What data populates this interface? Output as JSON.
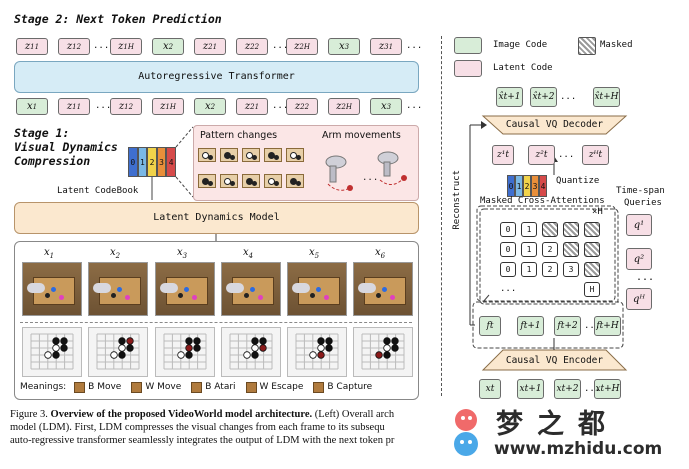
{
  "stage2_title": "Stage 2: Next Token Prediction",
  "stage1_title_l1": "Stage 1:",
  "stage1_title_l2": "Visual Dynamics",
  "stage1_title_l3": "Compression",
  "top_tokens": [
    {
      "t": "lat",
      "b": "z",
      "sub": "1",
      "sup": "1"
    },
    {
      "t": "lat",
      "b": "z",
      "sub": "1",
      "sup": "2"
    },
    {
      "t": "lat",
      "b": "z",
      "sub": "1",
      "sup": "H"
    },
    {
      "t": "img",
      "b": "x",
      "sub": "2",
      "sup": ""
    },
    {
      "t": "lat",
      "b": "z",
      "sub": "2",
      "sup": "1"
    },
    {
      "t": "lat",
      "b": "z",
      "sub": "2",
      "sup": "2"
    },
    {
      "t": "lat",
      "b": "z",
      "sub": "2",
      "sup": "H"
    },
    {
      "t": "img",
      "b": "x",
      "sub": "3",
      "sup": ""
    },
    {
      "t": "lat",
      "b": "z",
      "sub": "3",
      "sup": "1"
    }
  ],
  "bottom_tokens": [
    {
      "t": "img",
      "b": "x",
      "sub": "1",
      "sup": ""
    },
    {
      "t": "lat",
      "b": "z",
      "sub": "1",
      "sup": "1"
    },
    {
      "t": "lat",
      "b": "z",
      "sub": "1",
      "sup": "2"
    },
    {
      "t": "lat",
      "b": "z",
      "sub": "1",
      "sup": "H"
    },
    {
      "t": "img",
      "b": "x",
      "sub": "2",
      "sup": ""
    },
    {
      "t": "lat",
      "b": "z",
      "sub": "2",
      "sup": "1"
    },
    {
      "t": "lat",
      "b": "z",
      "sub": "2",
      "sup": "2"
    },
    {
      "t": "lat",
      "b": "z",
      "sub": "2",
      "sup": "H"
    },
    {
      "t": "img",
      "b": "x",
      "sub": "3",
      "sup": ""
    }
  ],
  "ellipsis": "...",
  "autoregressive_label": "Autoregressive Transformer",
  "codebook_digits": [
    "0",
    "1",
    "2",
    "3",
    "4"
  ],
  "codebook_colors": [
    "#3f6fcf",
    "#7ab8e6",
    "#f1d34a",
    "#e98f3a",
    "#d64a4a"
  ],
  "latent_codebook_label": "Latent CodeBook",
  "pattern_changes_label": "Pattern changes",
  "arm_movements_label": "Arm movements",
  "ldm_label": "Latent Dynamics Model",
  "frame_labels": [
    "x1",
    "x2",
    "x3",
    "x4",
    "x5",
    "x6"
  ],
  "meanings_label": "Meanings:",
  "meanings": [
    "B Move",
    "W Move",
    "B Atari",
    "W Escape",
    "B Capture"
  ],
  "legend_image_code": "Image Code",
  "legend_masked": "Masked",
  "legend_latent_code": "Latent Code",
  "dec_top_tokens": [
    "x̂t+1",
    "x̂t+2",
    "x̂t+H"
  ],
  "decoder_label": "Causal VQ Decoder",
  "z_tokens": [
    "z¹t",
    "z²t",
    "zᴴt"
  ],
  "quantize_label": "Quantize",
  "reconstruct_label": "Reconstruct",
  "masked_attn_label": "Masked Cross-Attentions",
  "time_span_label_l1": "Time-span",
  "time_span_label_l2": "Queries",
  "xh_label": "×H",
  "mask_rows": [
    [
      "0",
      "1",
      "M",
      "M",
      "M"
    ],
    [
      "0",
      "1",
      "2",
      "M",
      "M"
    ],
    [
      "0",
      "1",
      "2",
      "3",
      "M"
    ],
    [
      "...",
      "",
      "",
      "",
      "H"
    ]
  ],
  "queries": [
    "q¹",
    "q²",
    "qᴴ"
  ],
  "f_tokens": [
    "ft",
    "ft+1",
    "ft+2",
    "ft+H"
  ],
  "encoder_label": "Causal VQ Encoder",
  "x_bottom_tokens": [
    "xt",
    "xt+1",
    "xt+2",
    "xt+H"
  ],
  "caption": {
    "figure": "Figure 3.",
    "bold": "Overview of the proposed VideoWorld model architecture.",
    "line1_rest": "(Left) Overall arch",
    "line2": "model (LDM). First, LDM compresses the visual changes from each frame to its subsequ",
    "line3": "auto-regressive transformer seamlessly integrates the output of LDM with the next token pr"
  },
  "watermark_cn": "梦之都",
  "watermark_url": "www.mzhidu.com",
  "colors": {
    "latent": "#f7dfe6",
    "image": "#d8edd8",
    "band": "#d6ecf6",
    "peach": "#fbe8cf"
  }
}
